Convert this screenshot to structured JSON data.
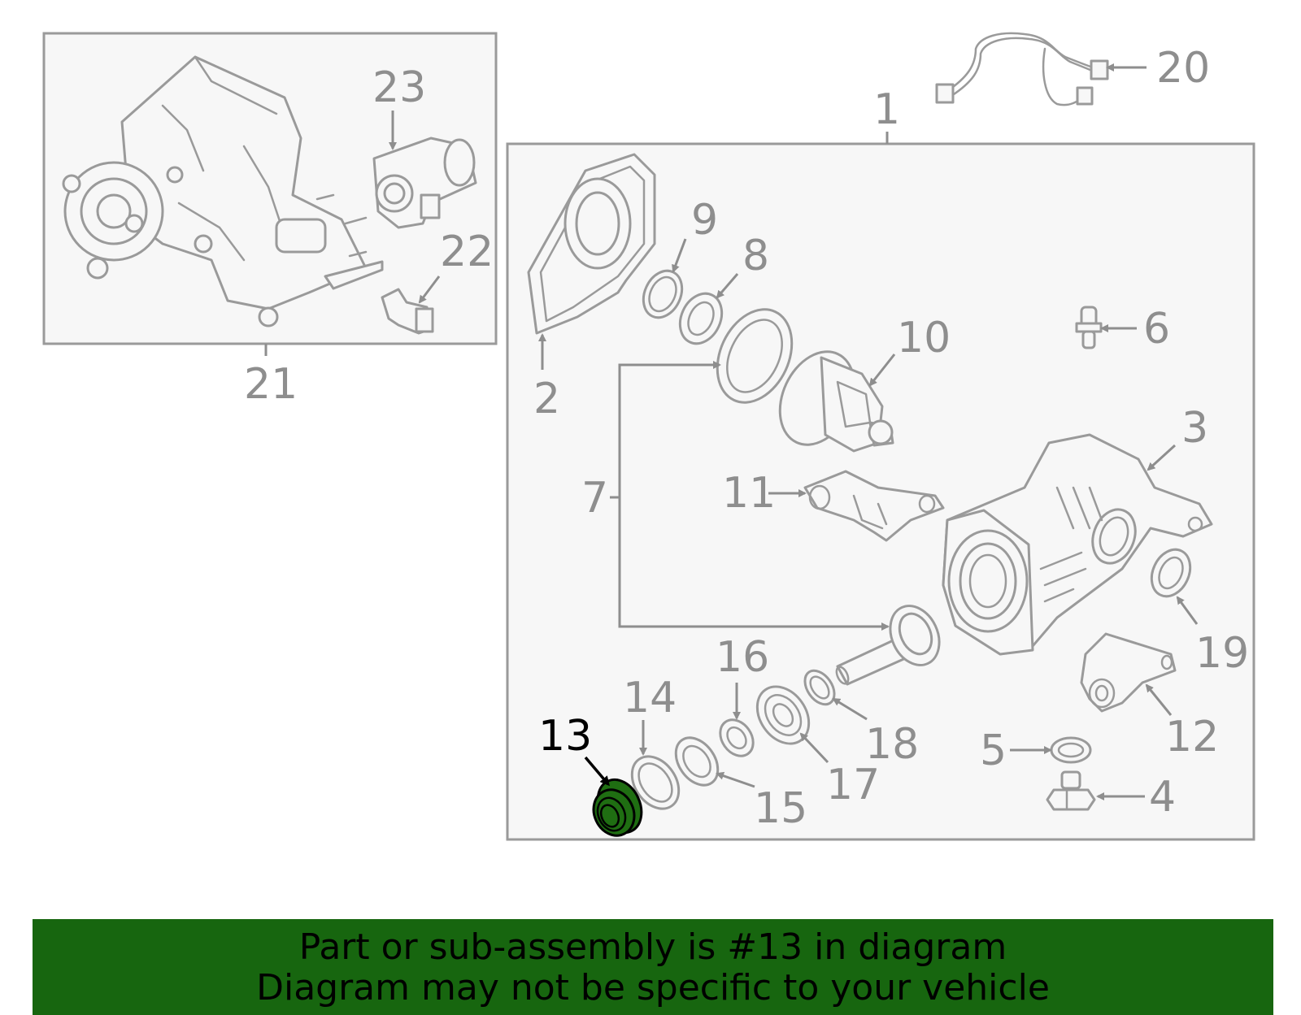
{
  "callouts": {
    "c1": "1",
    "c2": "2",
    "c3": "3",
    "c4": "4",
    "c5": "5",
    "c6": "6",
    "c7": "7",
    "c8": "8",
    "c9": "9",
    "c10": "10",
    "c11": "11",
    "c12": "12",
    "c13": "13",
    "c14": "14",
    "c15": "15",
    "c16": "16",
    "c17": "17",
    "c18": "18",
    "c19": "19",
    "c20": "20",
    "c21": "21",
    "c22": "22",
    "c23": "23"
  },
  "highlighted_part": "13",
  "colors": {
    "highlight_fill": "#1f6e12",
    "banner_bg": "#17660f",
    "line_gray": "#9a9a9a"
  },
  "banner": {
    "line1": "Part or sub-assembly is #13 in diagram",
    "line2": "Diagram may not be specific to your vehicle"
  }
}
